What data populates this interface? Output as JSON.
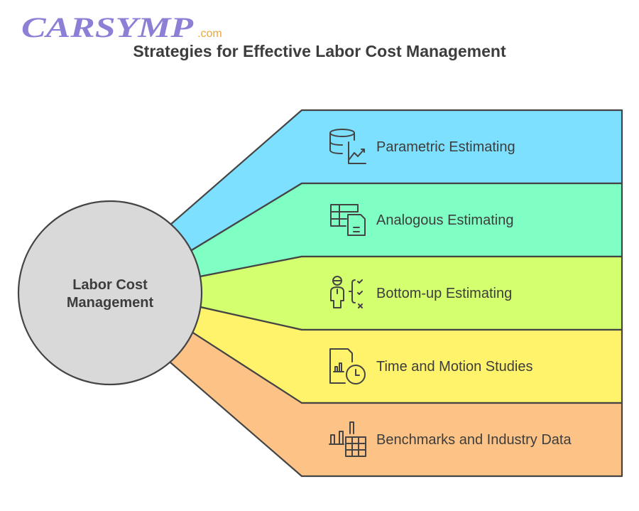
{
  "logo": {
    "text": "CARSYMP",
    "subtext": ".com",
    "color": "#8b7fd6"
  },
  "title": "Strategies for Effective Labor Cost Management",
  "center": {
    "line1": "Labor Cost",
    "line2": "Management",
    "color": "#d9d9d9"
  },
  "branches": [
    {
      "label": "Parametric Estimating",
      "icon": "database-chart-icon",
      "color": "#7ee0ff"
    },
    {
      "label": "Analogous Estimating",
      "icon": "table-document-icon",
      "color": "#80ffc4"
    },
    {
      "label": "Bottom-up Estimating",
      "icon": "person-checklist-icon",
      "color": "#d4ff6e"
    },
    {
      "label": "Time and Motion Studies",
      "icon": "report-clock-icon",
      "color": "#fff36b"
    },
    {
      "label": "Benchmarks and Industry Data",
      "icon": "bar-chart-table-icon",
      "color": "#fdc386"
    }
  ]
}
